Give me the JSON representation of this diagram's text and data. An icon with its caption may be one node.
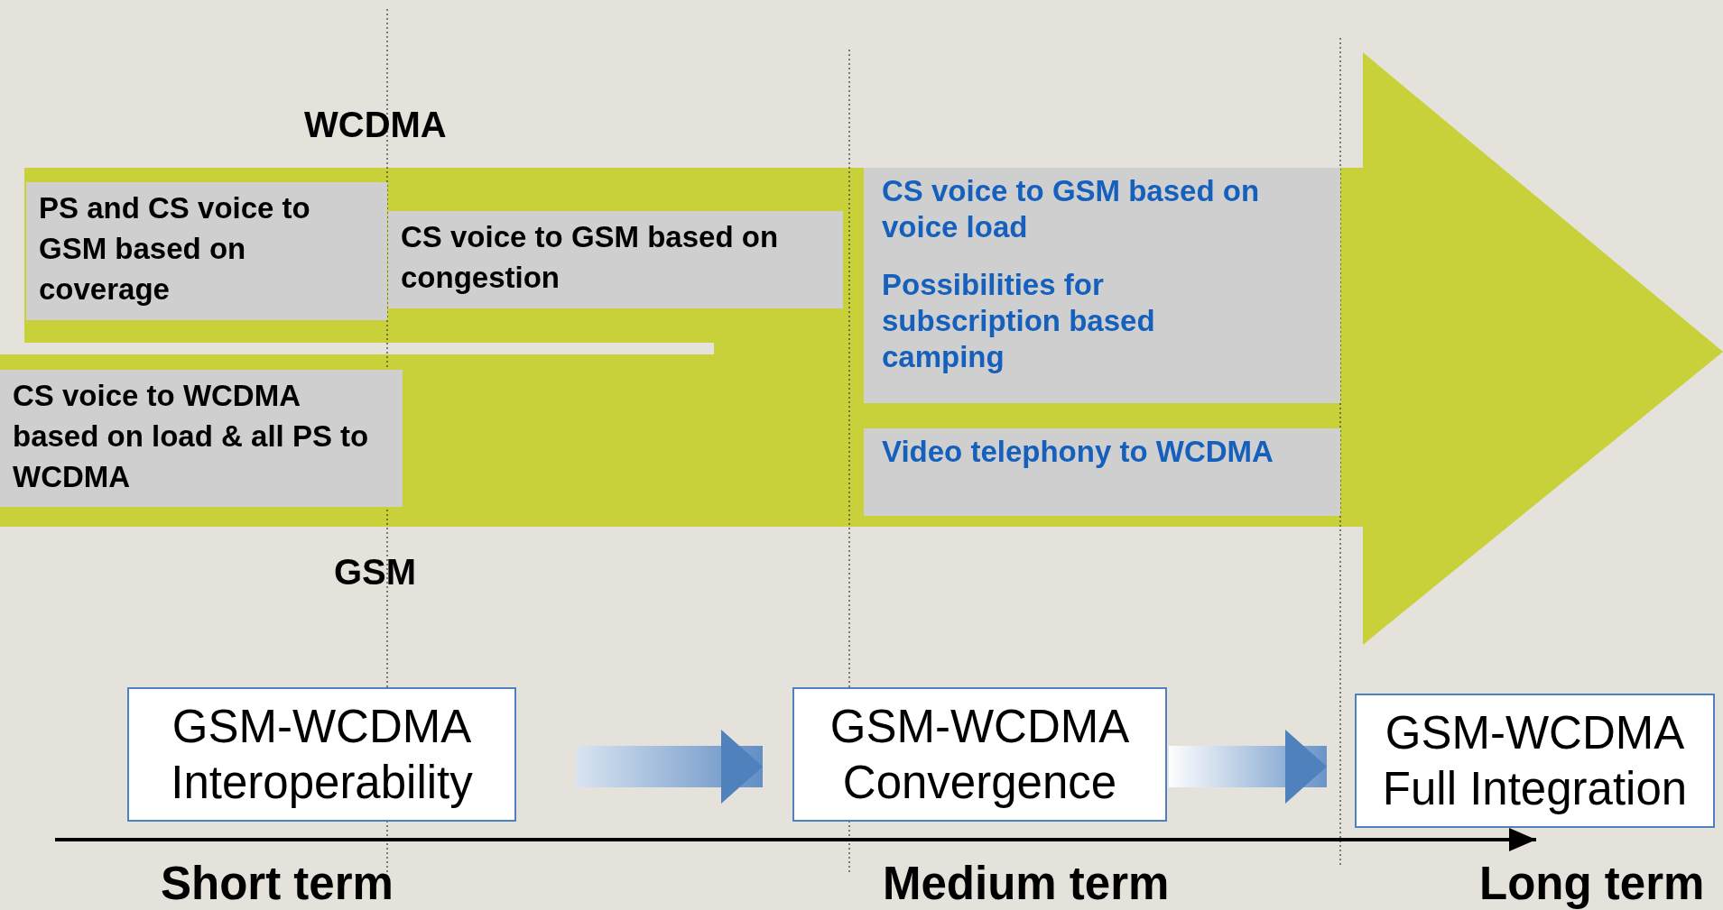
{
  "diagram": {
    "nodes": [
      {
        "text": [
          "PS and CS voice to GSM based on coverage"
        ]
      },
      {
        "text": [
          "CS voice to GSM based on congestion"
        ]
      },
      {
        "text": [
          "CS voice to WCDMA based on load & all PS to WCDMA"
        ]
      },
      {
        "text": [
          "CS voice to GSM based on voice load",
          "Possibilities for subscription based camping"
        ]
      },
      {
        "text": [
          "Video telephony to WCDMA"
        ]
      },
      {
        "text": [
          "GSM-WCDMA Interoperability"
        ]
      },
      {
        "text": [
          "GSM-WCDMA Convergence"
        ]
      },
      {
        "text": [
          "GSM-WCDMA Full Integration"
        ]
      }
    ],
    "edges": [
      {
        "from": 5,
        "to": 6,
        "arrow": "to"
      },
      {
        "from": 6,
        "to": 7,
        "arrow": "to"
      }
    ],
    "labels": [
      "WCDMA",
      "GSM",
      "Short term",
      "Medium term",
      "Long term"
    ]
  }
}
